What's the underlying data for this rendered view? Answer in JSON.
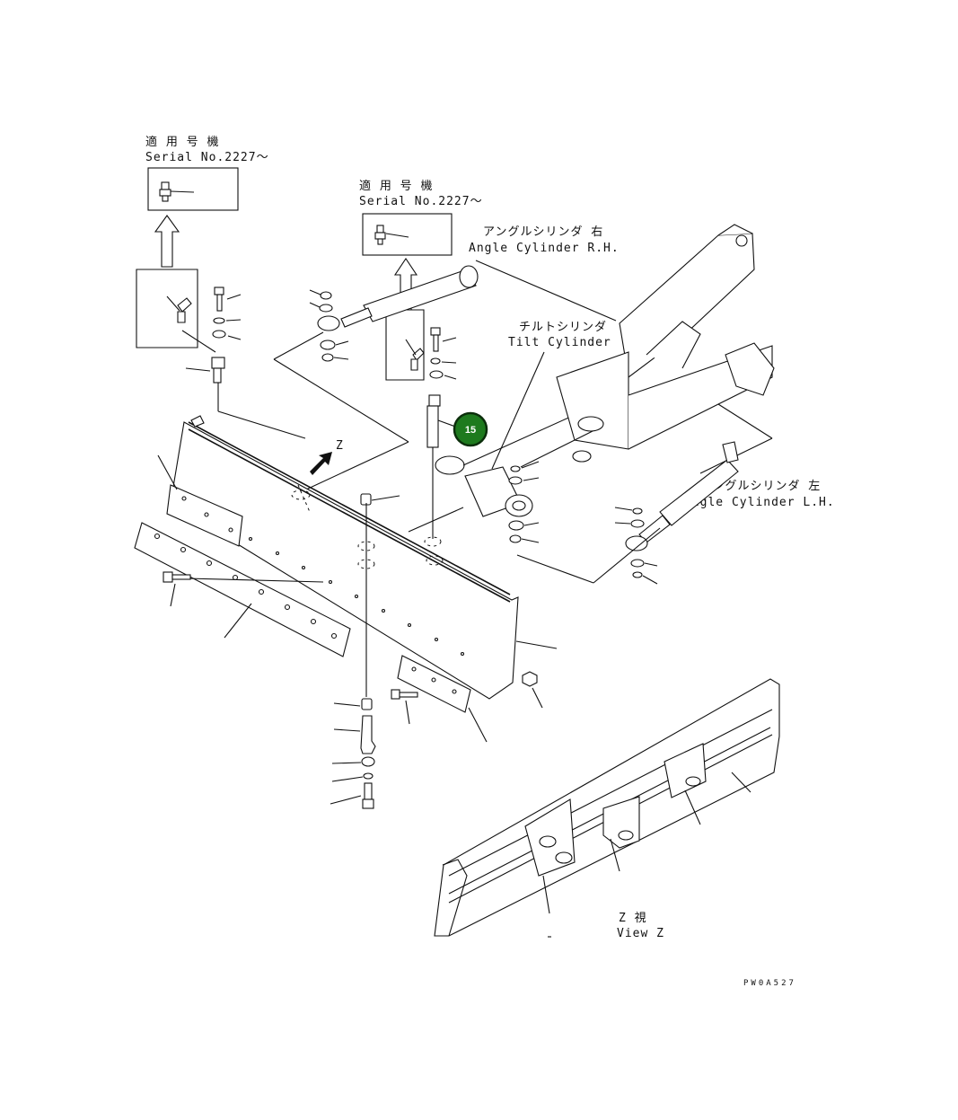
{
  "labels": {
    "serial_left_line1": "適 用 号 機",
    "serial_left_line2": "Serial No.2227～",
    "serial_mid_line1": "適 用 号 機",
    "serial_mid_line2": "Serial No.2227～",
    "angle_rh_jp": "アングルシリンダ 右",
    "angle_rh_en": "Angle Cylinder R.H.",
    "tilt_jp": "チルトシリンダ",
    "tilt_en": "Tilt Cylinder",
    "angle_lh_jp": "アングルシリンダ 左",
    "angle_lh_en": "Angle Cylinder L.H.",
    "view_letter": "Z",
    "view_jp": "Z   視",
    "view_en": "View Z",
    "figure_code": "PW0A527"
  },
  "callout": {
    "number": "15",
    "color": "#1e7a1e",
    "border": "#0b2e0b"
  }
}
